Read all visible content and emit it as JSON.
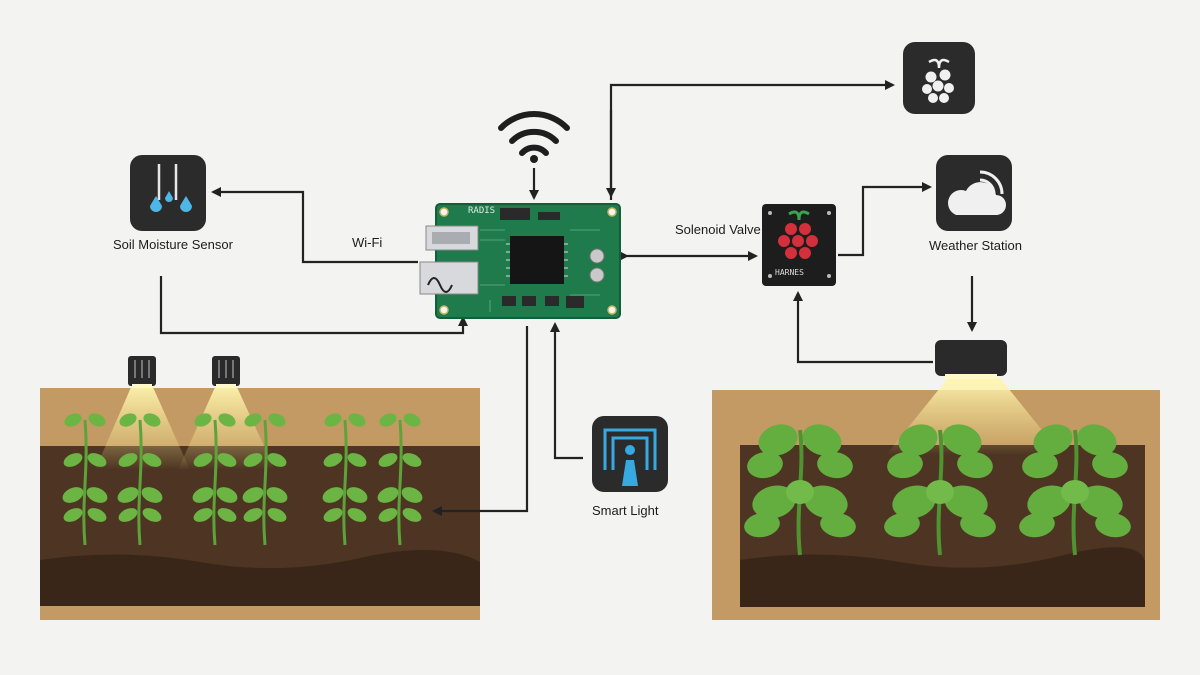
{
  "labels": {
    "soil_sensor": "Soil Moisture Sensor",
    "wifi": "Wi-Fi",
    "solenoid": "Solenoid Valve",
    "weather": "Weather Station",
    "smart_light": "Smart Light",
    "board_chip": "RADIS",
    "module_chip": "HARNES"
  },
  "icons": {
    "soil_sensor": "water-drops-icon",
    "raspberry": "raspberry-icon",
    "weather": "cloud-wifi-icon",
    "smart_light": "person-signal-icon",
    "wifi": "wifi-icon"
  },
  "colors": {
    "background": "#f3f3f1",
    "icon_tile": "#2b2b2b",
    "pcb": "#1f7a4c",
    "soil": "#4e3422",
    "soil_frame": "#c39a63",
    "leaf": "#5ea33a",
    "arrow": "#222222",
    "smart_light_accent": "#35a9e0"
  }
}
